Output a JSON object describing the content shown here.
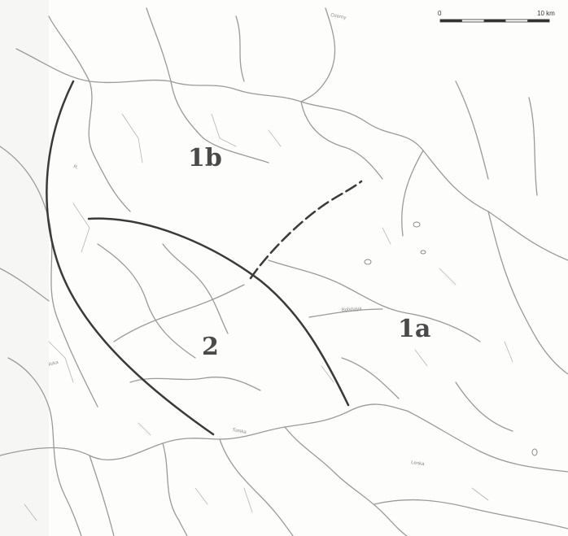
{
  "map": {
    "zones": [
      {
        "id": "1b",
        "label": "1b"
      },
      {
        "id": "2",
        "label": "2"
      },
      {
        "id": "1a",
        "label": "1a"
      }
    ],
    "scale_bar": {
      "start_label": "0",
      "end_label": "10 km"
    },
    "colors": {
      "boundary": "#3a3a3a",
      "river": "#9a9a9a",
      "background": "#fdfdfc"
    }
  }
}
